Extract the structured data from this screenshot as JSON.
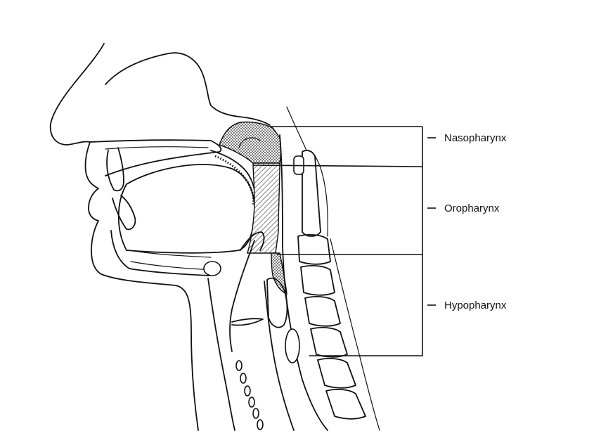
{
  "labels": {
    "nasopharynx": "Nasopharynx",
    "oropharynx": "Oropharynx",
    "hypopharynx": "Hypopharynx"
  }
}
